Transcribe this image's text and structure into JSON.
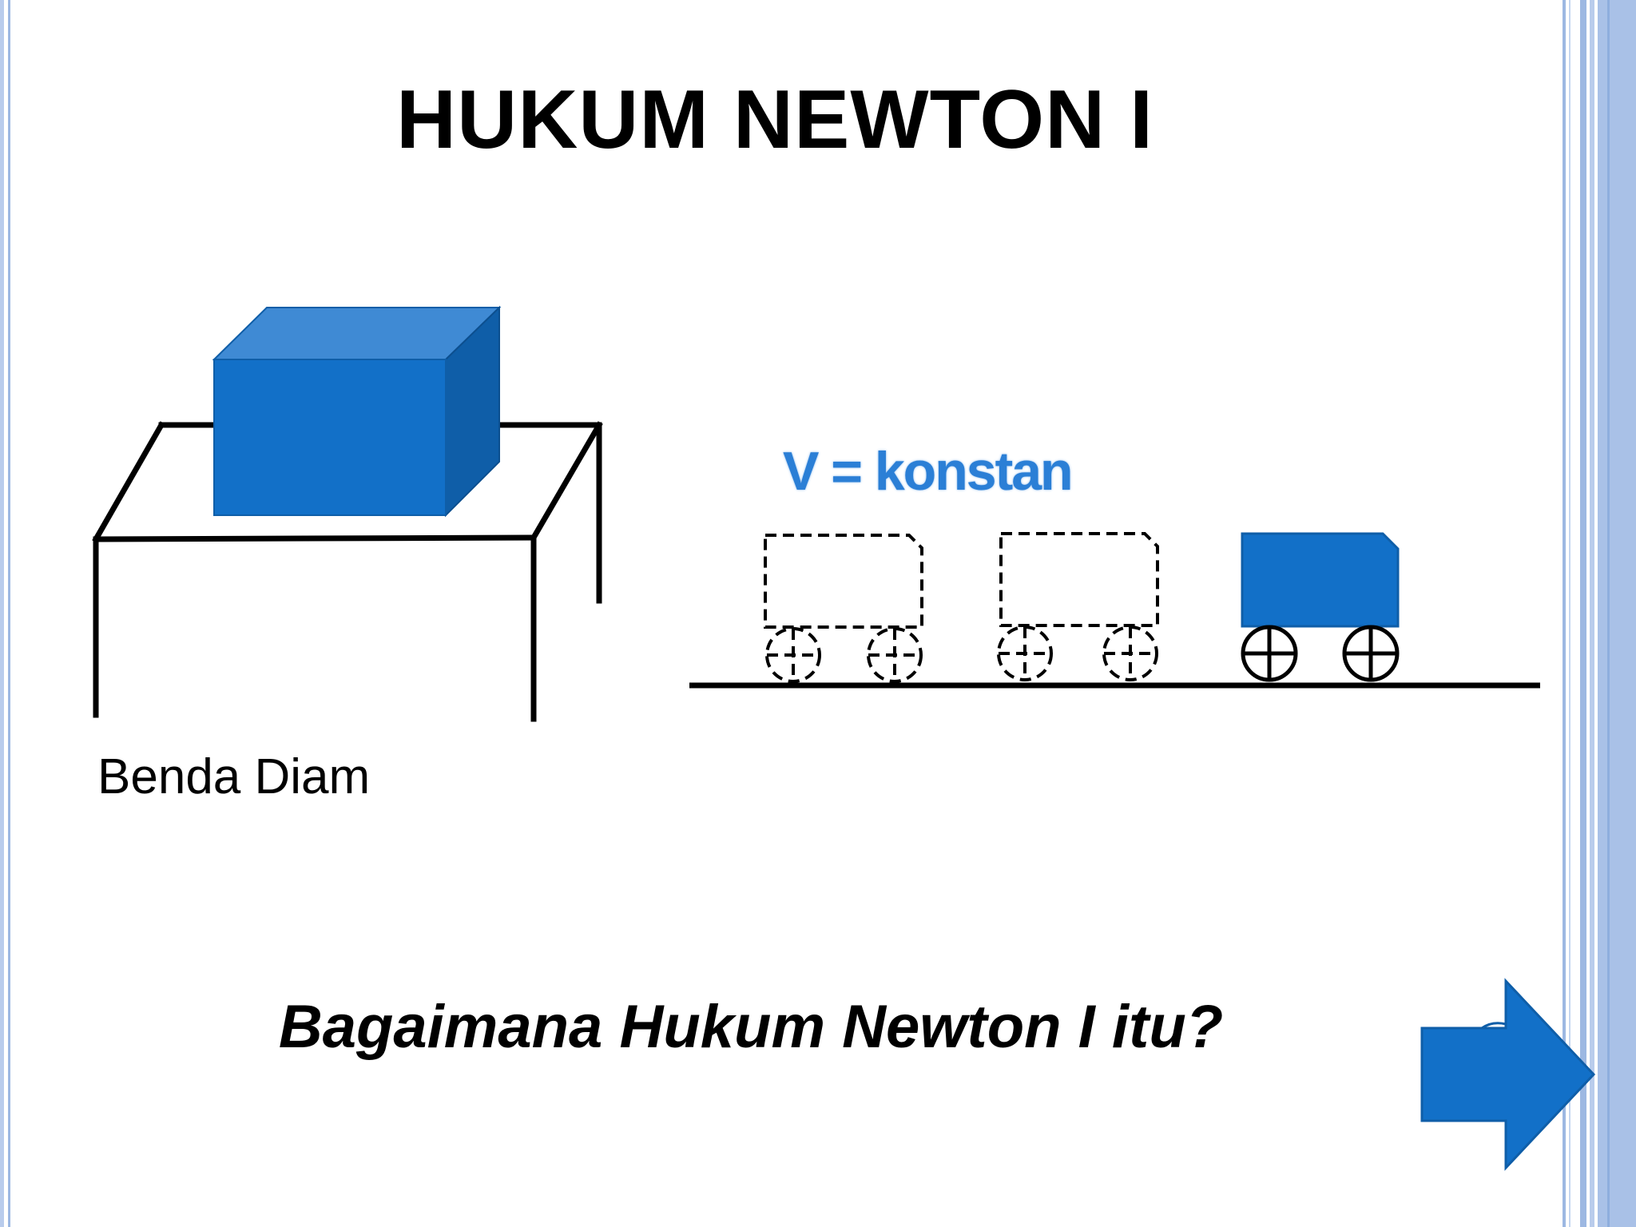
{
  "slide": {
    "title": "HUKUM NEWTON I",
    "velocity_label": "V = konstan",
    "caption": "Benda Diam",
    "question": "Bagaimana Hukum Newton I itu?"
  },
  "icons": {
    "next": "right-arrow-icon"
  },
  "colors": {
    "accent": "#1270c8",
    "accent_dark": "#0f5ea8",
    "accent_light": "#3f8ad4",
    "label_blue": "#2b7fd6",
    "frame_blue": "#9db8e2"
  }
}
